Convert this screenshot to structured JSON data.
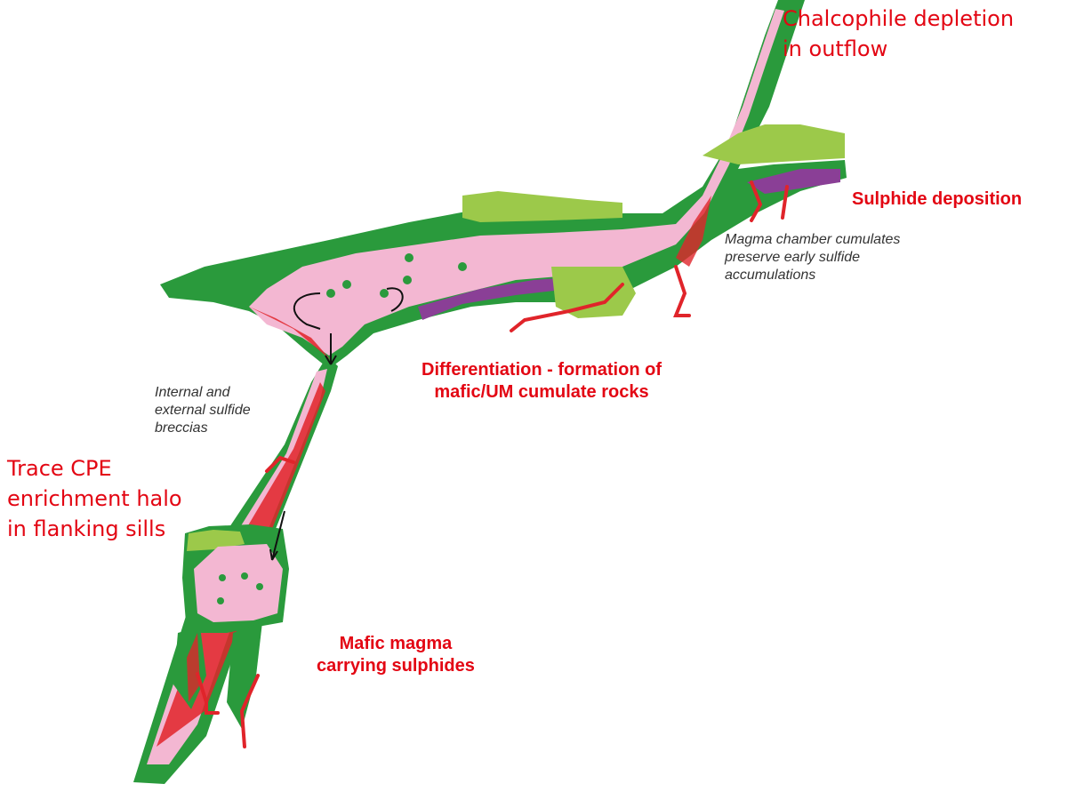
{
  "colors": {
    "green_dark": "#2a9a3c",
    "green_light": "#9cc94a",
    "pink": "#f3b7d2",
    "red": "#e0242a",
    "purple": "#8a3f96",
    "label_red": "#e30613",
    "label_grey": "#333333"
  },
  "labels": {
    "chalcophile": [
      "Chalcophile depletion",
      "in outflow"
    ],
    "sulphide_deposition": "Sulphide deposition",
    "magma_chamber": [
      "Magma chamber cumulates",
      "preserve early sulfide",
      "accumulations"
    ],
    "differentiation": [
      "Differentiation - formation of",
      "mafic/UM cumulate rocks"
    ],
    "breccias": [
      "Internal and",
      "external sulfide",
      "breccias"
    ],
    "trace_cpe": [
      "Trace CPE",
      "enrichment halo",
      "in flanking sills"
    ],
    "mafic_magma": [
      "Mafic magma",
      "carrying sulphides"
    ]
  }
}
